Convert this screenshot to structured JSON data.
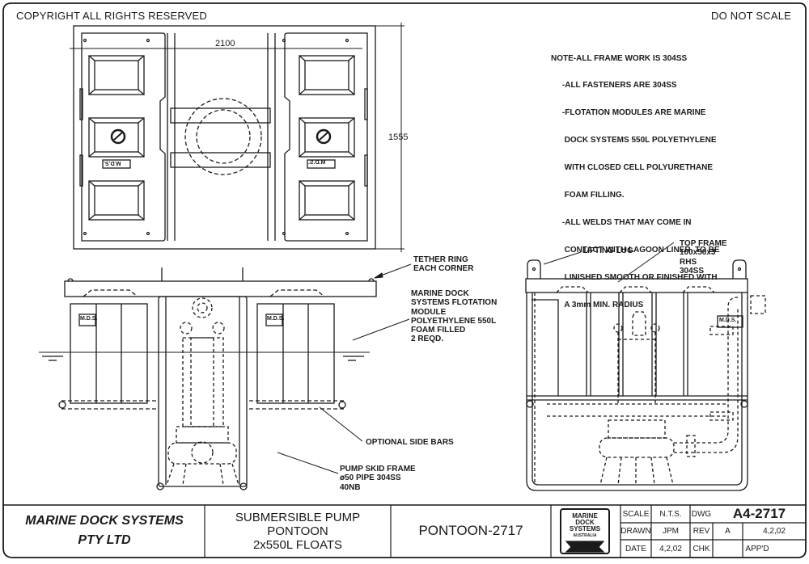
{
  "header": {
    "copyright": "COPYRIGHT ALL RIGHTS RESERVED",
    "scale_warning": "DO NOT SCALE"
  },
  "notes": [
    "NOTE-ALL FRAME WORK IS 304SS",
    "     -ALL FASTENERS ARE 304SS",
    "     -FLOTATION MODULES ARE MARINE",
    "      DOCK SYSTEMS 550L POLYETHYLENE",
    "      WITH CLOSED CELL POLYURETHANE",
    "      FOAM FILLING.",
    "     -ALL WELDS THAT MAY COME IN",
    "      CONTACT WITH LAGOON LINER, TO BE",
    "      LINISHED SMOOTH OR FINISHED WITH",
    "      A 3mm MIN. RADIUS"
  ],
  "plan_view": {
    "width_dim": "2100",
    "height_dim": "1555",
    "float_label": "M.D.S."
  },
  "side_view": {
    "float_label": "M.D.S.",
    "callouts": {
      "tether_ring": "TETHER RING\nEACH CORNER",
      "flotation_module": "MARINE DOCK\nSYSTEMS FLOTATION\nMODULE\nPOLYETHYLENE 550L\nFOAM FILLED\n2 REQD.",
      "side_bars": "OPTIONAL SIDE BARS",
      "pump_skid": "PUMP SKID FRAME\nø50 PIPE 304SS\n40NB"
    }
  },
  "end_view": {
    "float_label": "M.D.S.",
    "callouts": {
      "lifting_lug": "LIFTING LUG",
      "top_frame": "TOP FRAME\n100x50x3\nRHS\n304SS"
    }
  },
  "title_block": {
    "company_line1": "MARINE DOCK SYSTEMS",
    "company_line2": "PTY LTD",
    "title_line1": "SUBMERSIBLE PUMP",
    "title_line2": "PONTOON",
    "title_line3": "2x550L FLOATS",
    "drawing_name": "PONTOON-2717",
    "logo_lines": [
      "MARINE",
      "DOCK",
      "SYSTEMS",
      "AUSTRALIA"
    ],
    "scale_label": "SCALE",
    "scale_value": "N.T.S.",
    "dwg_label": "DWG",
    "dwg_value": "A4-2717",
    "drawn_label": "DRAWN",
    "drawn_value": "JPM",
    "rev_label": "REV",
    "rev_value": "A",
    "rev_date": "4,2,02",
    "date_label": "DATE",
    "date_value": "4,2,02",
    "chk_label": "CHK",
    "chk_value": "",
    "appd_label": "APP'D",
    "appd_value": ""
  }
}
